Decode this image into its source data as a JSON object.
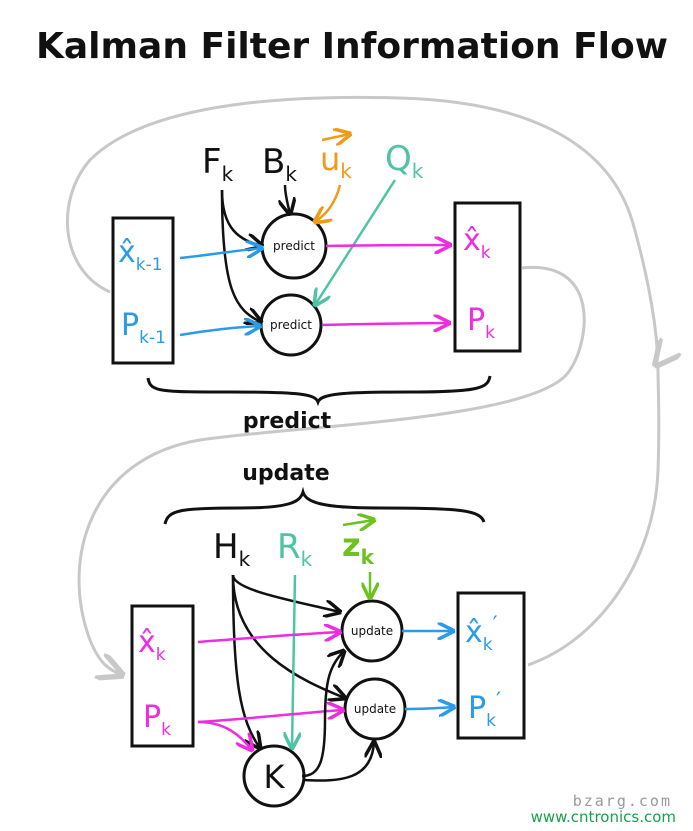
{
  "title": "Kalman Filter Information Flow",
  "colors": {
    "ink": "#111111",
    "blue": "#2a9be8",
    "magenta": "#ee2ce0",
    "orange": "#f09a18",
    "teal": "#4fc4a4",
    "green": "#6cc21e",
    "gray": "#c8c8c8",
    "watermark_green": "#1aa04a"
  },
  "predict_section": {
    "inputs": [
      {
        "symbol": "F",
        "subscript": "k"
      },
      {
        "symbol": "B",
        "subscript": "k"
      },
      {
        "symbol": "u",
        "subscript": "k"
      },
      {
        "symbol": "Q",
        "subscript": "k"
      }
    ],
    "left_state": [
      "x̂",
      "k-1",
      "P",
      "k-1"
    ],
    "nodes": [
      "predict",
      "predict"
    ],
    "right_state": [
      "x̂",
      "k",
      "P",
      "k"
    ],
    "brace_label": "predict"
  },
  "update_section": {
    "brace_label": "update",
    "inputs": [
      {
        "symbol": "H",
        "subscript": "k"
      },
      {
        "symbol": "R",
        "subscript": "k"
      },
      {
        "symbol": "z",
        "subscript": "k"
      }
    ],
    "left_state": [
      "x̂",
      "k",
      "P",
      "k"
    ],
    "nodes": [
      "update",
      "update"
    ],
    "gain_node": "K",
    "right_state": [
      "x̂",
      "k",
      "′",
      "P",
      "k",
      "′"
    ]
  },
  "watermarks": [
    "bzarg.com",
    "www.cntronics.com"
  ]
}
